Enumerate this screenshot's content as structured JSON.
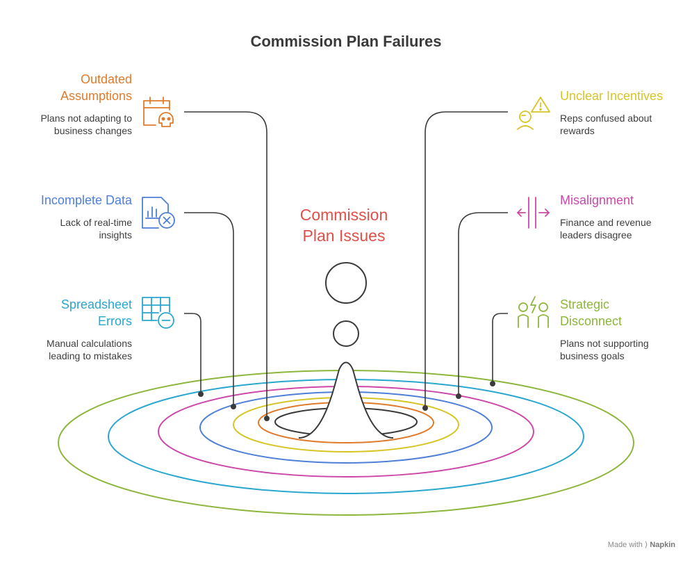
{
  "title": "Commission Plan Failures",
  "center": {
    "line1": "Commission",
    "line2": "Plan Issues",
    "color": "#e0504a"
  },
  "items": [
    {
      "id": "outdated-assumptions",
      "side": "left",
      "title_lines": [
        "Outdated",
        "Assumptions"
      ],
      "desc_lines": [
        "Plans not adapting to",
        "business changes"
      ],
      "color": "#e07b2e",
      "icon": "calendar-skull-icon"
    },
    {
      "id": "incomplete-data",
      "side": "left",
      "title_lines": [
        "Incomplete Data"
      ],
      "desc_lines": [
        "Lack of real-time",
        "insights"
      ],
      "color": "#4f7fd8",
      "icon": "document-chart-x-icon"
    },
    {
      "id": "spreadsheet-errors",
      "side": "left",
      "title_lines": [
        "Spreadsheet",
        "Errors"
      ],
      "desc_lines": [
        "Manual calculations",
        "leading to mistakes"
      ],
      "color": "#2aa6cf",
      "icon": "spreadsheet-minus-icon"
    },
    {
      "id": "unclear-incentives",
      "side": "right",
      "title_lines": [
        "Unclear Incentives"
      ],
      "desc_lines": [
        "Reps confused about",
        "rewards"
      ],
      "color": "#d7c425",
      "icon": "person-warning-icon"
    },
    {
      "id": "misalignment",
      "side": "right",
      "title_lines": [
        "Misalignment"
      ],
      "desc_lines": [
        "Finance and revenue",
        "leaders disagree"
      ],
      "color": "#cc47a8",
      "icon": "arrows-apart-icon"
    },
    {
      "id": "strategic-disconnect",
      "side": "right",
      "title_lines": [
        "Strategic",
        "Disconnect"
      ],
      "desc_lines": [
        "Plans not supporting",
        "business goals"
      ],
      "color": "#8cb63c",
      "icon": "people-lightning-icon"
    }
  ],
  "footer": {
    "prefix": "Made with",
    "brand": "Napkin"
  }
}
